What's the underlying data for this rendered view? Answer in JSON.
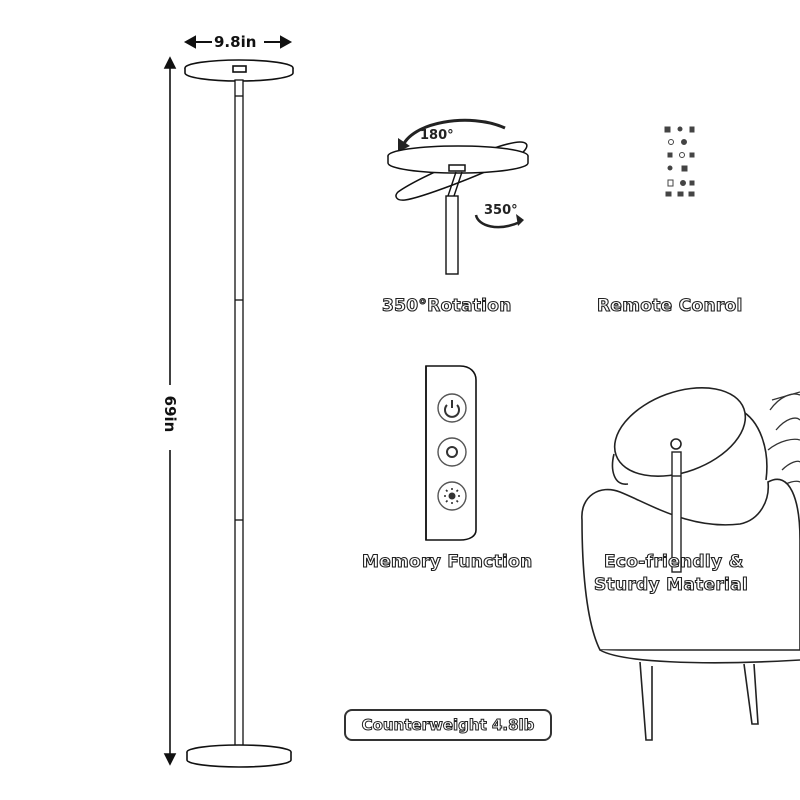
{
  "dimensions": {
    "width": "9.8in",
    "height": "69in"
  },
  "features": {
    "rotation": {
      "label": "350°Rotation",
      "angle_top": "180°",
      "angle_bottom": "350°"
    },
    "remote": {
      "label": "Remote Conrol"
    },
    "memory": {
      "label": "Memory Function"
    },
    "material": {
      "label_line1": "Eco-friendly &",
      "label_line2": "Sturdy Material"
    }
  },
  "counterweight": {
    "label": "Counterweight 4.8lb"
  },
  "icons": [
    "power-icon",
    "mode-icon",
    "brightness-icon",
    "remote-control-icon"
  ]
}
